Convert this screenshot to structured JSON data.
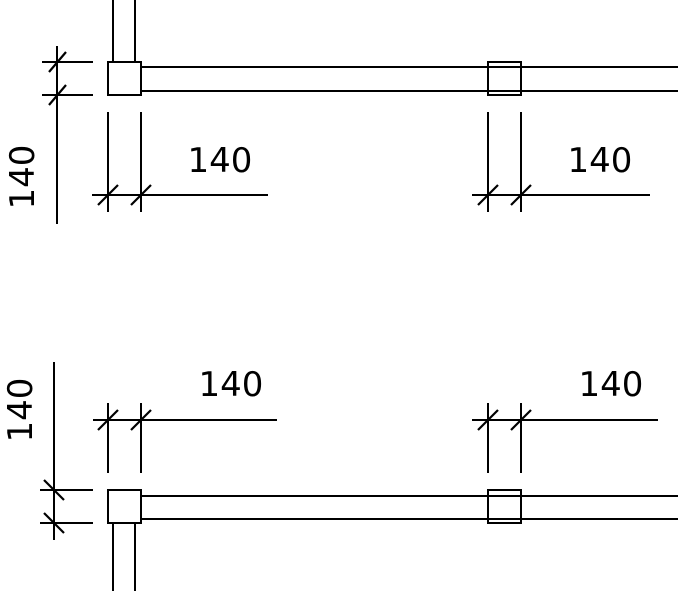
{
  "drawing": {
    "top_detail": {
      "vertical_dimension": "140",
      "left_column_dimension": "140",
      "right_column_dimension": "140"
    },
    "bottom_detail": {
      "vertical_dimension": "140",
      "left_column_dimension": "140",
      "right_column_dimension": "140"
    },
    "line_color": "#000000",
    "background_color": "#ffffff"
  }
}
